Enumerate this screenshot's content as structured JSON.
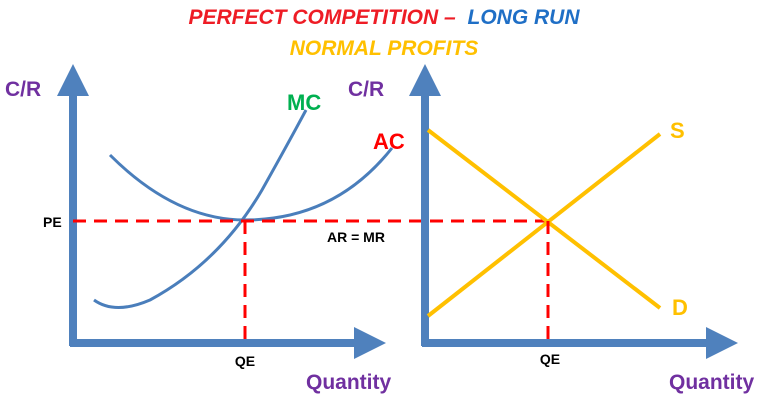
{
  "title": {
    "part1": "PERFECT COMPETITION –",
    "part2": "LONG RUN",
    "subtitle": "NORMAL PROFITS"
  },
  "firm_graph": {
    "y_axis_label": "C/R",
    "x_axis_label": "Quantity",
    "mc_label": "MC",
    "ac_label": "AC",
    "price_label": "PE",
    "quantity_label": "QE",
    "ar_mr_label": "AR = MR"
  },
  "market_graph": {
    "y_axis_label": "C/R",
    "x_axis_label": "Quantity",
    "supply_label": "S",
    "demand_label": "D",
    "quantity_label": "QE"
  },
  "colors": {
    "title_red": "#ee1c25",
    "title_blue": "#1f6fc6",
    "subtitle_gold": "#ffc000",
    "axis_blue": "#4f81bd",
    "mc_green": "#00b050",
    "ac_red": "#ff0000",
    "purple": "#7030a0",
    "curve_blue": "#4a7ebb",
    "dash_red": "#ff0000",
    "market_gold": "#ffc000"
  }
}
